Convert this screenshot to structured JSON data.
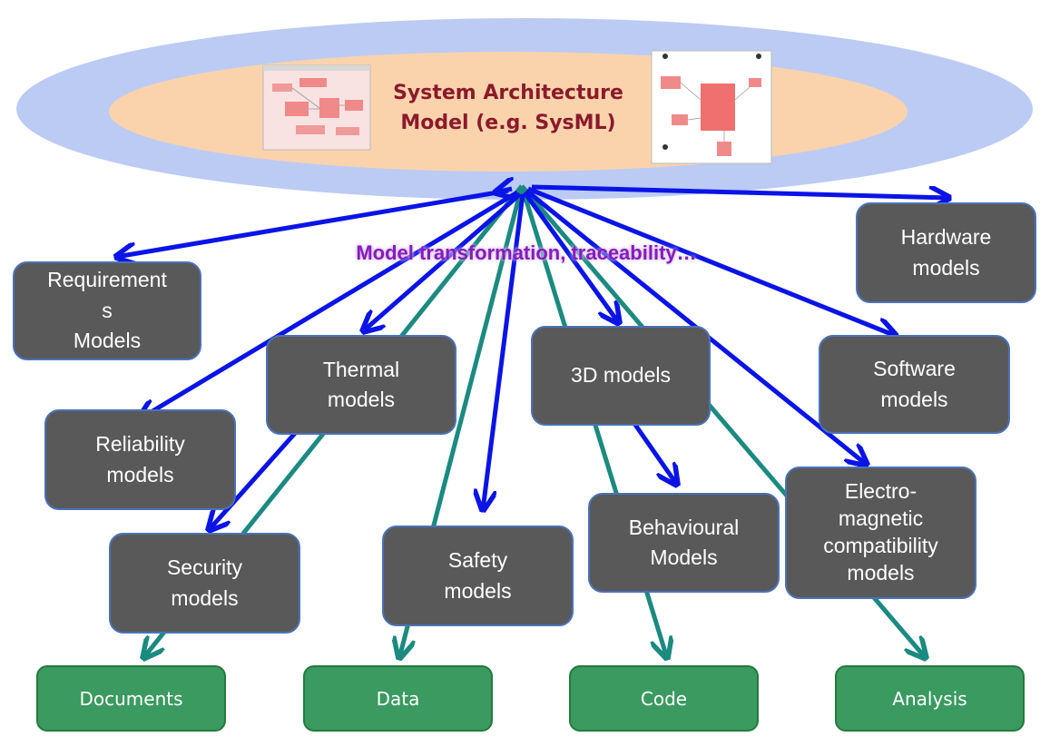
{
  "core": {
    "title": "System Architecture\nModel (e.g. SysML)"
  },
  "edge_label": "Model transformation, traceability…",
  "models": {
    "requirements": "Requirement\ns\nModels",
    "hardware": "Hardware\nmodels",
    "thermal": "Thermal\nmodels",
    "three_d": "3D models",
    "software": "Software\nmodels",
    "reliability": "Reliability\nmodels",
    "security": "Security\nmodels",
    "safety": "Safety\nmodels",
    "behavioural": "Behavioural\nModels",
    "emc": "Electro-\nmagnetic\ncompatibility\nmodels"
  },
  "outputs": {
    "documents": "Documents",
    "data": "Data",
    "code": "Code",
    "analysis": "Analysis"
  },
  "colors": {
    "outer_ellipse": "#bccbf3",
    "inner_ellipse": "#fad3ad",
    "node_fill": "#595959",
    "node_border": "#4a72b8",
    "output_fill": "#3a9a60",
    "arrow_blue": "#0a14e6",
    "arrow_teal": "#1b8a80",
    "title": "#8b1a2b",
    "label_purple": "#8a1aba"
  }
}
